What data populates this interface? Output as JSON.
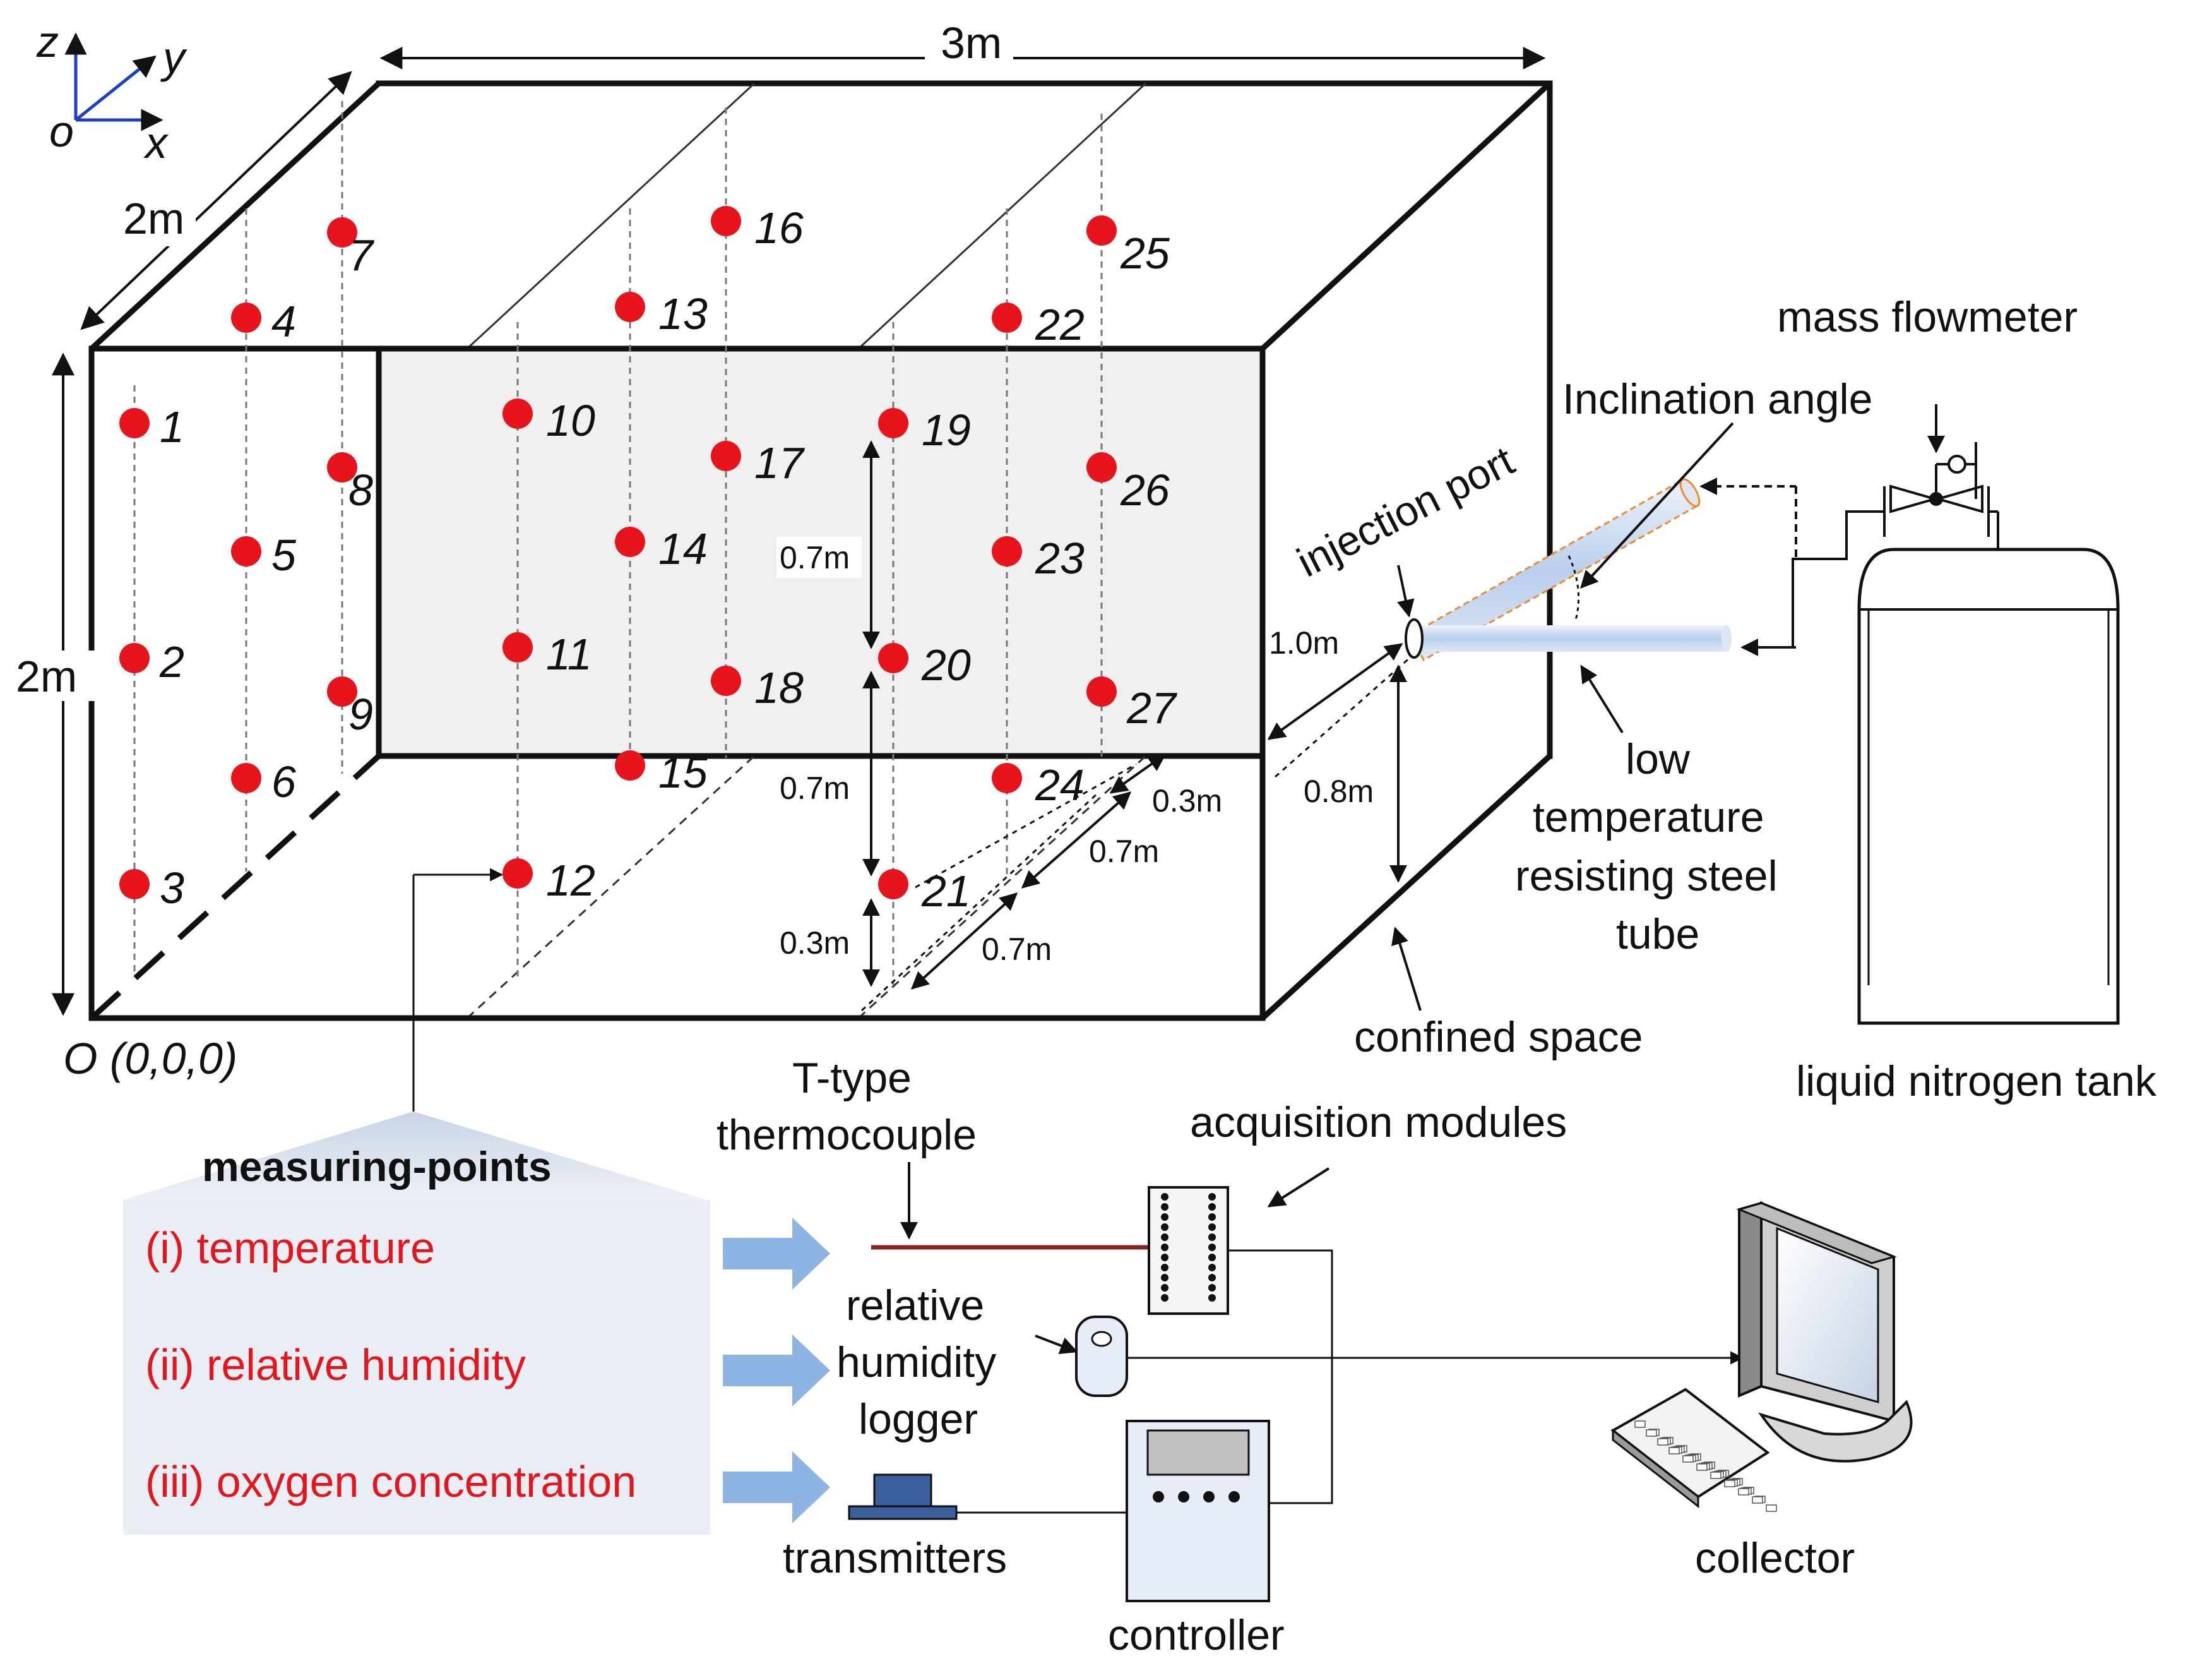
{
  "axes": {
    "z": "z",
    "y": "y",
    "x": "x",
    "o": "o"
  },
  "dimensions": {
    "length": "3m",
    "depth": "2m",
    "height": "2m",
    "origin": "O (0,0,0)",
    "d_07_a": "0.7m",
    "d_07_b": "0.7m",
    "d_03_v": "0.3m",
    "d_03_h": "0.3m",
    "d_07_h1": "0.7m",
    "d_07_h2": "0.7m",
    "d_10": "1.0m",
    "d_08": "0.8m"
  },
  "measuring_points": [
    "1",
    "2",
    "3",
    "4",
    "5",
    "6",
    "7",
    "8",
    "9",
    "10",
    "11",
    "12",
    "13",
    "14",
    "15",
    "16",
    "17",
    "18",
    "19",
    "20",
    "21",
    "22",
    "23",
    "24",
    "25",
    "26",
    "27"
  ],
  "labels": {
    "mass_flowmeter": "mass flowmeter",
    "inclination_angle": "Inclination angle",
    "injection_port": "injection port",
    "steel_tube": [
      "low",
      "temperature",
      "resisting steel",
      "tube"
    ],
    "confined_space": "confined space",
    "nitrogen_tank": "liquid nitrogen tank",
    "thermocouple": [
      "T-type",
      "thermocouple"
    ],
    "acquisition_modules": "acquisition modules",
    "humidity_logger": [
      "relative",
      "humidity",
      "logger"
    ],
    "transmitters": "transmitters",
    "controller": "controller",
    "collector": "collector"
  },
  "legend": {
    "title": "measuring-points",
    "items": [
      "(i) temperature",
      "(ii) relative humidity",
      "(iii) oxygen concentration"
    ]
  },
  "colors": {
    "point": "#e8141b",
    "legend_text": "#e8141b",
    "arrow": "#8eb4e3",
    "legend_bg": "#e8ecf3",
    "tube": "#c9daf0"
  }
}
